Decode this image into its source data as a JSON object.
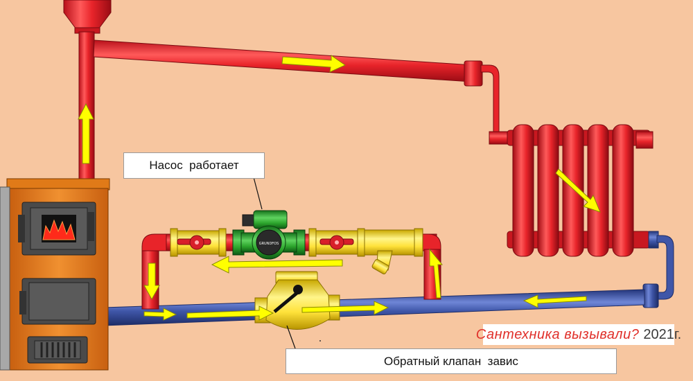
{
  "callouts": {
    "pump": "Насос  работает",
    "valve": "Обратный клапан  завис"
  },
  "watermark": {
    "text": "Сантехника вызывали?",
    "year": "2021г."
  },
  "pump_brand": "GRUNDFOS",
  "colors": {
    "background": "#f7c6a0",
    "hot_pipe": "#e8242a",
    "cold_pipe": "#3f56a8",
    "arrow": "#ffff00",
    "fitting": "#ffe23a",
    "pump": "#2ca52c",
    "boiler": "#ea8420",
    "valve_handle": "#d8202a"
  },
  "icons": [
    "fire-icon",
    "flow-arrow",
    "ball-valve-icon",
    "circulation-pump-icon",
    "strainer-icon",
    "check-valve-icon",
    "radiator-icon",
    "boiler-icon",
    "chimney-icon"
  ]
}
